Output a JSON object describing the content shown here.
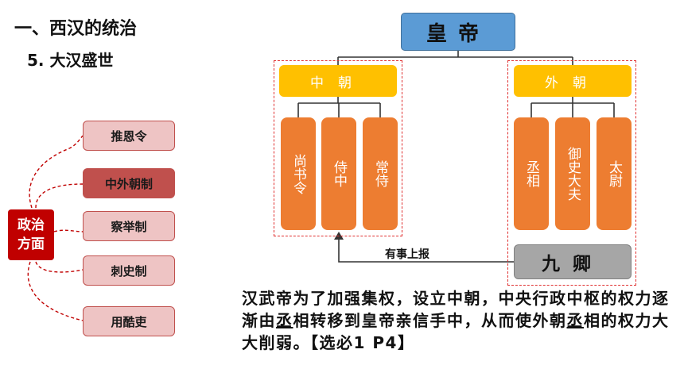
{
  "heading": {
    "section": "一、西汉的统治",
    "subsection": "5. 大汉盛世"
  },
  "topic_panel": {
    "root": {
      "line1": "政治",
      "line2": "方面"
    },
    "items": [
      {
        "label": "推恩令",
        "active": false
      },
      {
        "label": "中外朝制",
        "active": true
      },
      {
        "label": "察举制",
        "active": false
      },
      {
        "label": "刺史制",
        "active": false
      },
      {
        "label": "用酷吏",
        "active": false
      }
    ]
  },
  "org_chart": {
    "emperor": "皇帝",
    "inner_court": {
      "label": "中朝",
      "officials": [
        "尚书令",
        "侍中",
        "常侍"
      ]
    },
    "outer_court": {
      "label": "外朝",
      "officials": [
        "丞相",
        "御史大夫",
        "太尉"
      ],
      "ministers": "九卿"
    },
    "report_label": "有事上报"
  },
  "summary": {
    "part1": "汉武帝为了加强集权，设立中朝，中央行政中枢的权力逐渐由",
    "term1": "丞",
    "part2": "相转移到皇帝亲信手中，从而使外朝",
    "term2": "丞",
    "part3": "相的权力大大削弱。【选必1 P4】"
  },
  "colors": {
    "emperor": "#5b9bd5",
    "court": "#ffc000",
    "official": "#ed7d31",
    "ministers": "#a6a6a6",
    "topic_root": "#c00000",
    "topic_item": "#eec4c4",
    "topic_active": "#c0504d",
    "frame": "#e03030"
  }
}
